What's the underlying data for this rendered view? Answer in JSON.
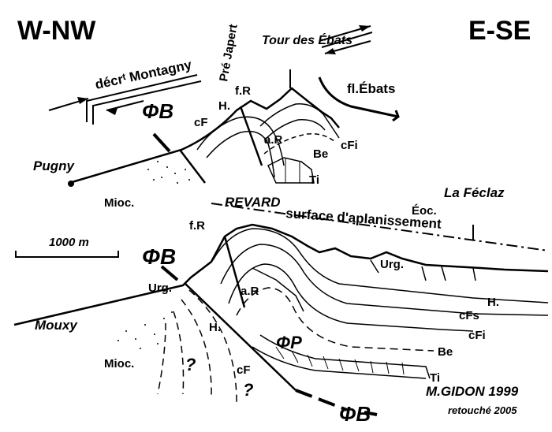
{
  "orientation": {
    "left": "W-NW",
    "right": "E-SE"
  },
  "labels": {
    "decr_montagny": "décrᵗ Montagny",
    "pre_japert": "Pré Japert",
    "tour_des_ebats": "Tour des Ébats",
    "fl_ebats": "fl.Ébats",
    "phi_b": "ΦB",
    "phi_p": "ΦP",
    "cF": "cF",
    "H": "H.",
    "fR": "f.R",
    "aR": "a.R",
    "Be": "Be",
    "cFi": "cFi",
    "cFs": "cFs",
    "Ti": "Ti",
    "Urg": "Urg.",
    "Pugny": "Pugny",
    "Mioc": "Mioc.",
    "Revard": "REVARD",
    "surface": "surface d'aplanissement",
    "la_feclaz": "La Féclaz",
    "eoc": "Éoc.",
    "Mouxy": "Mouxy",
    "question": "?"
  },
  "scale_bar": {
    "label": "1000 m"
  },
  "credits": {
    "author": "M.GIDON  1999",
    "revision": "retouché 2005"
  }
}
